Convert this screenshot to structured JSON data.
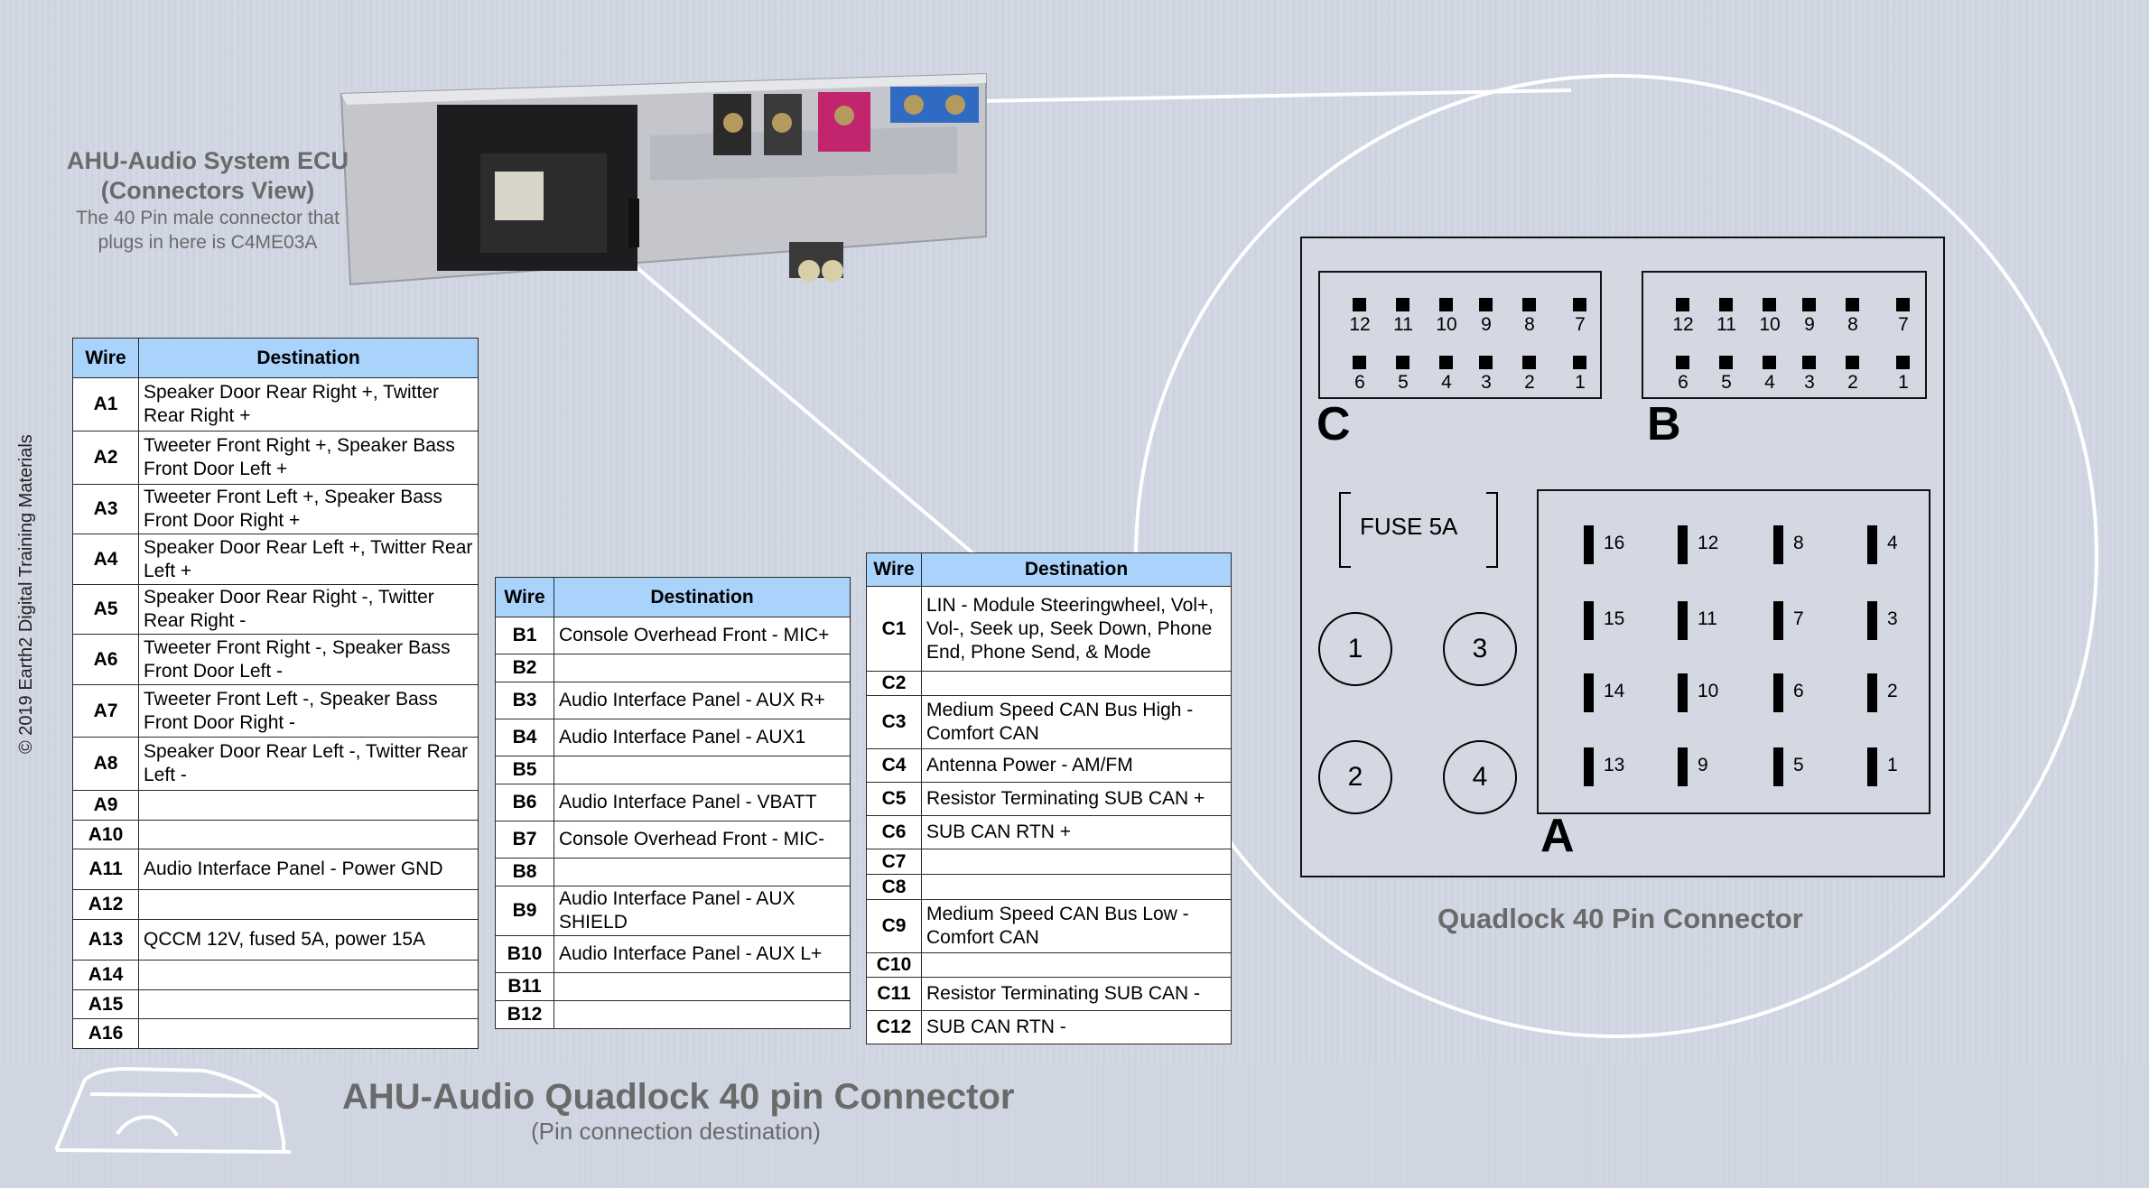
{
  "ecu": {
    "title_line1": "AHU-Audio System ECU",
    "title_line2": "(Connectors View)",
    "sub_line1": "The 40 Pin male connector that",
    "sub_line2": "plugs in here is C4ME03A"
  },
  "copyright": "© 2019 Earth2 Digital Training Materials",
  "footer": {
    "title": "AHU-Audio Quadlock 40 pin Connector",
    "subtitle": "(Pin connection destination)"
  },
  "connector": {
    "title": "Quadlock 40 Pin Connector",
    "letter_c": "C",
    "letter_b": "B",
    "letter_a": "A",
    "fuse_label": "FUSE 5A",
    "top_row_numbers": [
      "12",
      "11",
      "10",
      "9",
      "8",
      "7"
    ],
    "bottom_row_numbers": [
      "6",
      "5",
      "4",
      "3",
      "2",
      "1"
    ],
    "round_pins": [
      "1",
      "3",
      "2",
      "4"
    ],
    "a_pins": [
      [
        "16",
        "12",
        "8",
        "4"
      ],
      [
        "15",
        "11",
        "7",
        "3"
      ],
      [
        "14",
        "10",
        "6",
        "2"
      ],
      [
        "13",
        "9",
        "5",
        "1"
      ]
    ]
  },
  "tables": {
    "header_wire": "Wire",
    "header_destination": "Destination",
    "a": [
      {
        "wire": "A1",
        "dest": "Speaker Door Rear Right +, Twitter Rear Right +"
      },
      {
        "wire": "A2",
        "dest": "Tweeter Front Right +, Speaker Bass Front Door Left +"
      },
      {
        "wire": "A3",
        "dest": "Tweeter Front Left +, Speaker Bass Front Door Right +"
      },
      {
        "wire": "A4",
        "dest": "Speaker Door Rear Left +, Twitter Rear Left +"
      },
      {
        "wire": "A5",
        "dest": "Speaker Door Rear Right -, Twitter Rear Right -"
      },
      {
        "wire": "A6",
        "dest": "Tweeter Front Right -, Speaker Bass Front Door Left -"
      },
      {
        "wire": "A7",
        "dest": "Tweeter Front Left -, Speaker Bass Front Door Right -"
      },
      {
        "wire": "A8",
        "dest": "Speaker Door Rear Left -, Twitter Rear Left -"
      },
      {
        "wire": "A9",
        "dest": ""
      },
      {
        "wire": "A10",
        "dest": ""
      },
      {
        "wire": "A11",
        "dest": "Audio Interface Panel - Power GND"
      },
      {
        "wire": "A12",
        "dest": ""
      },
      {
        "wire": "A13",
        "dest": "QCCM 12V, fused 5A, power 15A"
      },
      {
        "wire": "A14",
        "dest": ""
      },
      {
        "wire": "A15",
        "dest": ""
      },
      {
        "wire": "A16",
        "dest": ""
      }
    ],
    "b": [
      {
        "wire": "B1",
        "dest": "Console Overhead Front - MIC+"
      },
      {
        "wire": "B2",
        "dest": ""
      },
      {
        "wire": "B3",
        "dest": "Audio Interface Panel - AUX R+"
      },
      {
        "wire": "B4",
        "dest": "Audio Interface Panel - AUX1"
      },
      {
        "wire": "B5",
        "dest": ""
      },
      {
        "wire": "B6",
        "dest": "Audio Interface Panel - VBATT"
      },
      {
        "wire": "B7",
        "dest": "Console Overhead Front - MIC-"
      },
      {
        "wire": "B8",
        "dest": ""
      },
      {
        "wire": "B9",
        "dest": "Audio Interface Panel - AUX SHIELD"
      },
      {
        "wire": "B10",
        "dest": "Audio Interface Panel - AUX L+"
      },
      {
        "wire": "B11",
        "dest": ""
      },
      {
        "wire": "B12",
        "dest": ""
      }
    ],
    "c": [
      {
        "wire": "C1",
        "dest": "LIN - Module Steeringwheel, Vol+, Vol-, Seek up, Seek Down, Phone End, Phone Send, & Mode"
      },
      {
        "wire": "C2",
        "dest": ""
      },
      {
        "wire": "C3",
        "dest": "Medium Speed CAN Bus High - Comfort CAN"
      },
      {
        "wire": "C4",
        "dest": "Antenna Power - AM/FM"
      },
      {
        "wire": "C5",
        "dest": "Resistor Terminating SUB CAN +"
      },
      {
        "wire": "C6",
        "dest": "SUB CAN RTN +"
      },
      {
        "wire": "C7",
        "dest": ""
      },
      {
        "wire": "C8",
        "dest": ""
      },
      {
        "wire": "C9",
        "dest": "Medium Speed CAN Bus Low - Comfort CAN"
      },
      {
        "wire": "C10",
        "dest": ""
      },
      {
        "wire": "C11",
        "dest": "Resistor Terminating SUB CAN -"
      },
      {
        "wire": "C12",
        "dest": "SUB CAN RTN -"
      }
    ]
  }
}
